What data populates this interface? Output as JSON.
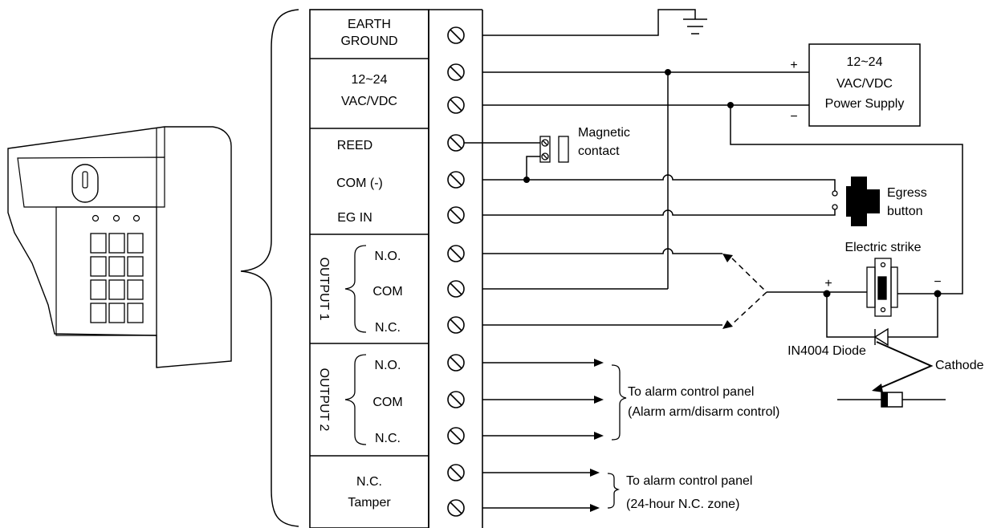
{
  "terminals": {
    "earth_ground": [
      "EARTH",
      "GROUND"
    ],
    "power": [
      "12~24",
      "VAC/VDC"
    ],
    "reed": "REED",
    "com": "COM (-)",
    "eg_in": "EG IN",
    "output1": "OUTPUT 1",
    "output2": "OUTPUT 2",
    "no": "N.O.",
    "com_out": "COM",
    "nc": "N.C.",
    "tamper": [
      "N.C.",
      "Tamper"
    ]
  },
  "devices": {
    "power_supply": [
      "12~24",
      "VAC/VDC",
      "Power Supply"
    ],
    "plus": "+",
    "minus": "−",
    "magnetic_contact": [
      "Magnetic",
      "contact"
    ],
    "egress_button": [
      "Egress",
      "button"
    ],
    "electric_strike": "Electric strike",
    "diode": "IN4004 Diode",
    "cathode": "Cathode"
  },
  "alarm": {
    "panel_1": [
      "To alarm control panel",
      "(Alarm arm/disarm control)"
    ],
    "panel_2": [
      "To alarm control panel",
      "(24-hour N.C. zone)"
    ]
  },
  "colors": {
    "line": "#000000",
    "background": "#ffffff"
  }
}
